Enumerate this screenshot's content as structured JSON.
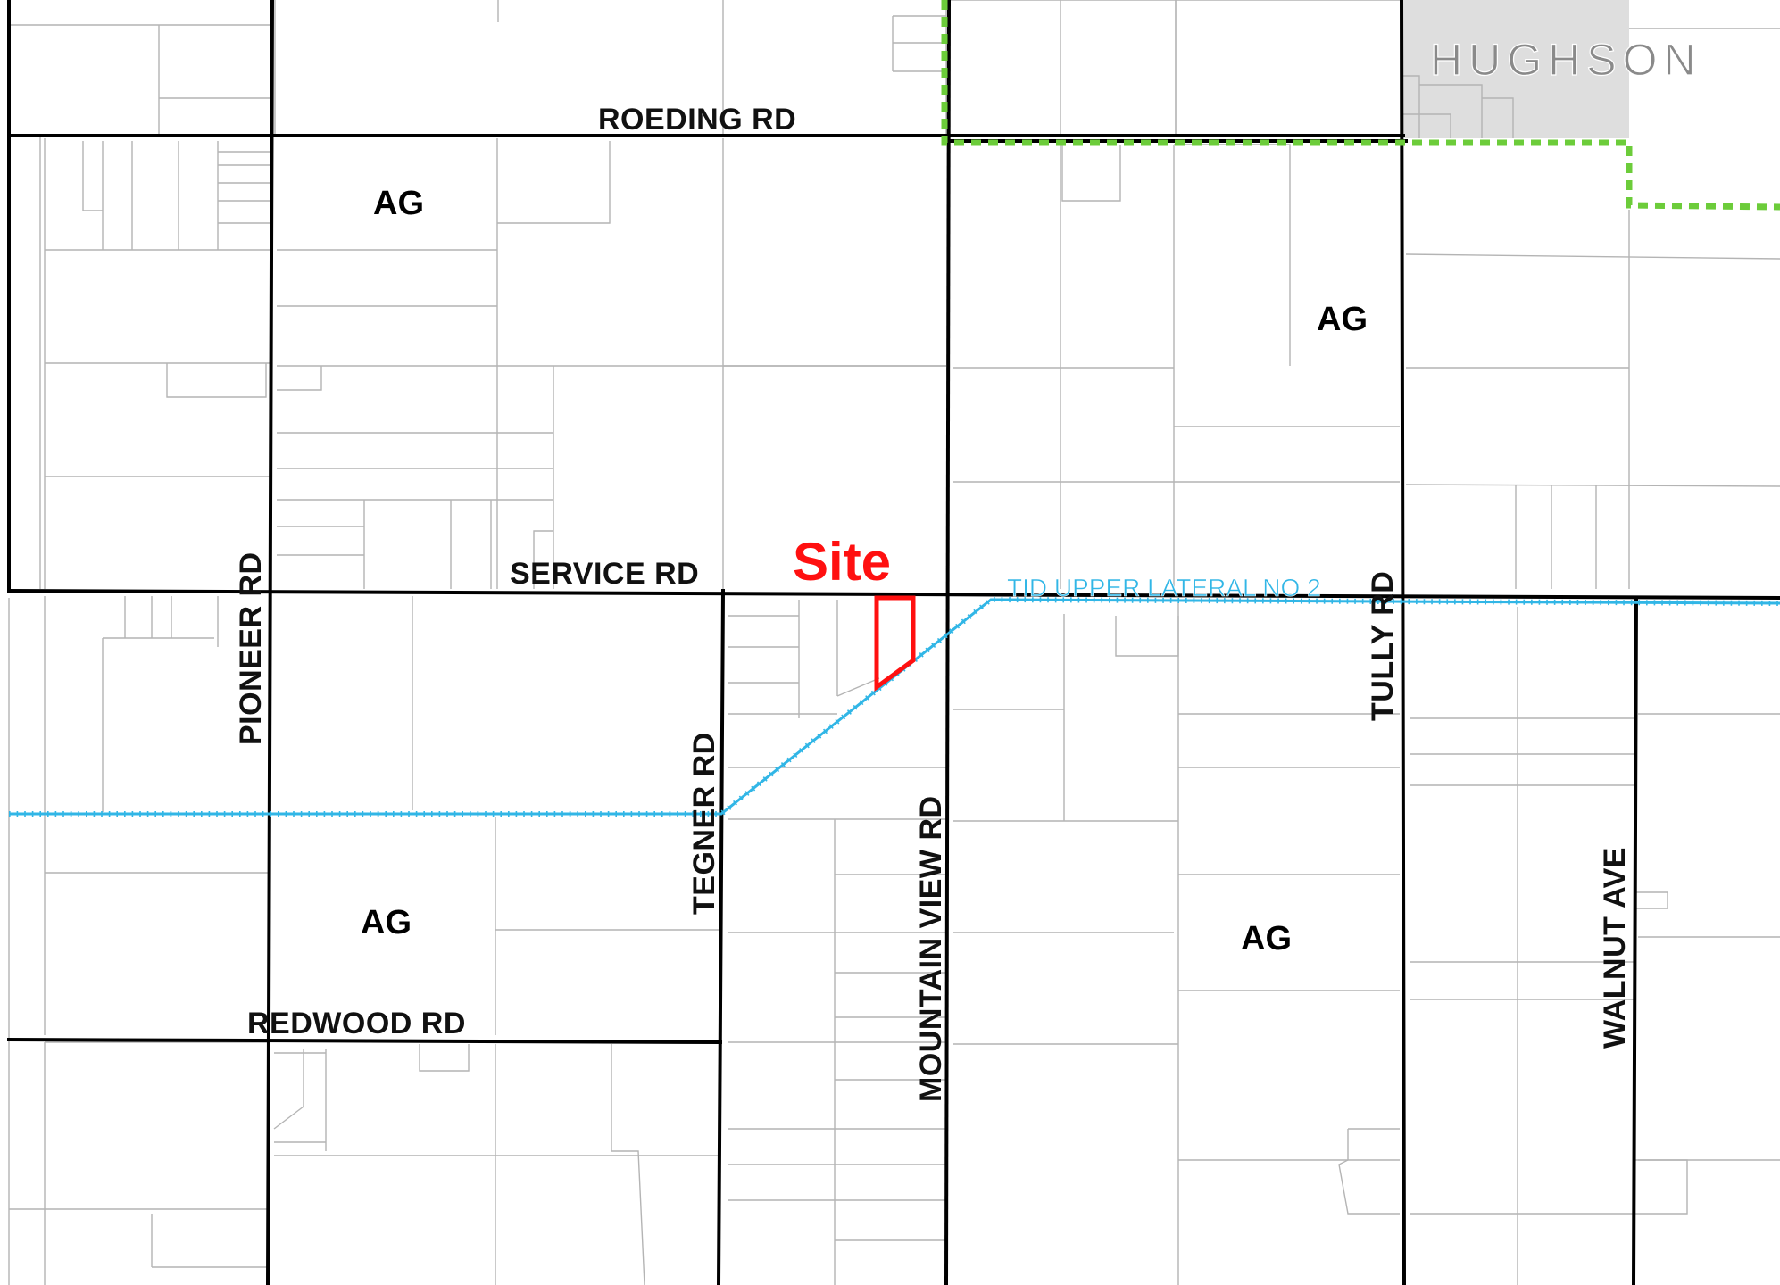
{
  "map": {
    "roads": {
      "roeding": "ROEDING RD",
      "service": "SERVICE RD",
      "redwood": "REDWOOD RD",
      "pioneer": "PIONEER RD",
      "tegner": "TEGNER RD",
      "mountain_view": "MOUNTAIN VIEW RD",
      "tully": "TULLY RD",
      "walnut": "WALNUT AVE"
    },
    "zones": {
      "nw": "AG",
      "ne": "AG",
      "sw": "AG",
      "se": "AG"
    },
    "canal": {
      "label": "TID UPPER LATERAL NO 2",
      "color": "#31b6e6"
    },
    "city": {
      "label": "HUGHSON",
      "fill_color": "#dedede",
      "boundary_color": "#6ccc3a",
      "text_color": "#8a8a8a"
    },
    "site": {
      "label": "Site",
      "color": "#ff1010"
    }
  }
}
